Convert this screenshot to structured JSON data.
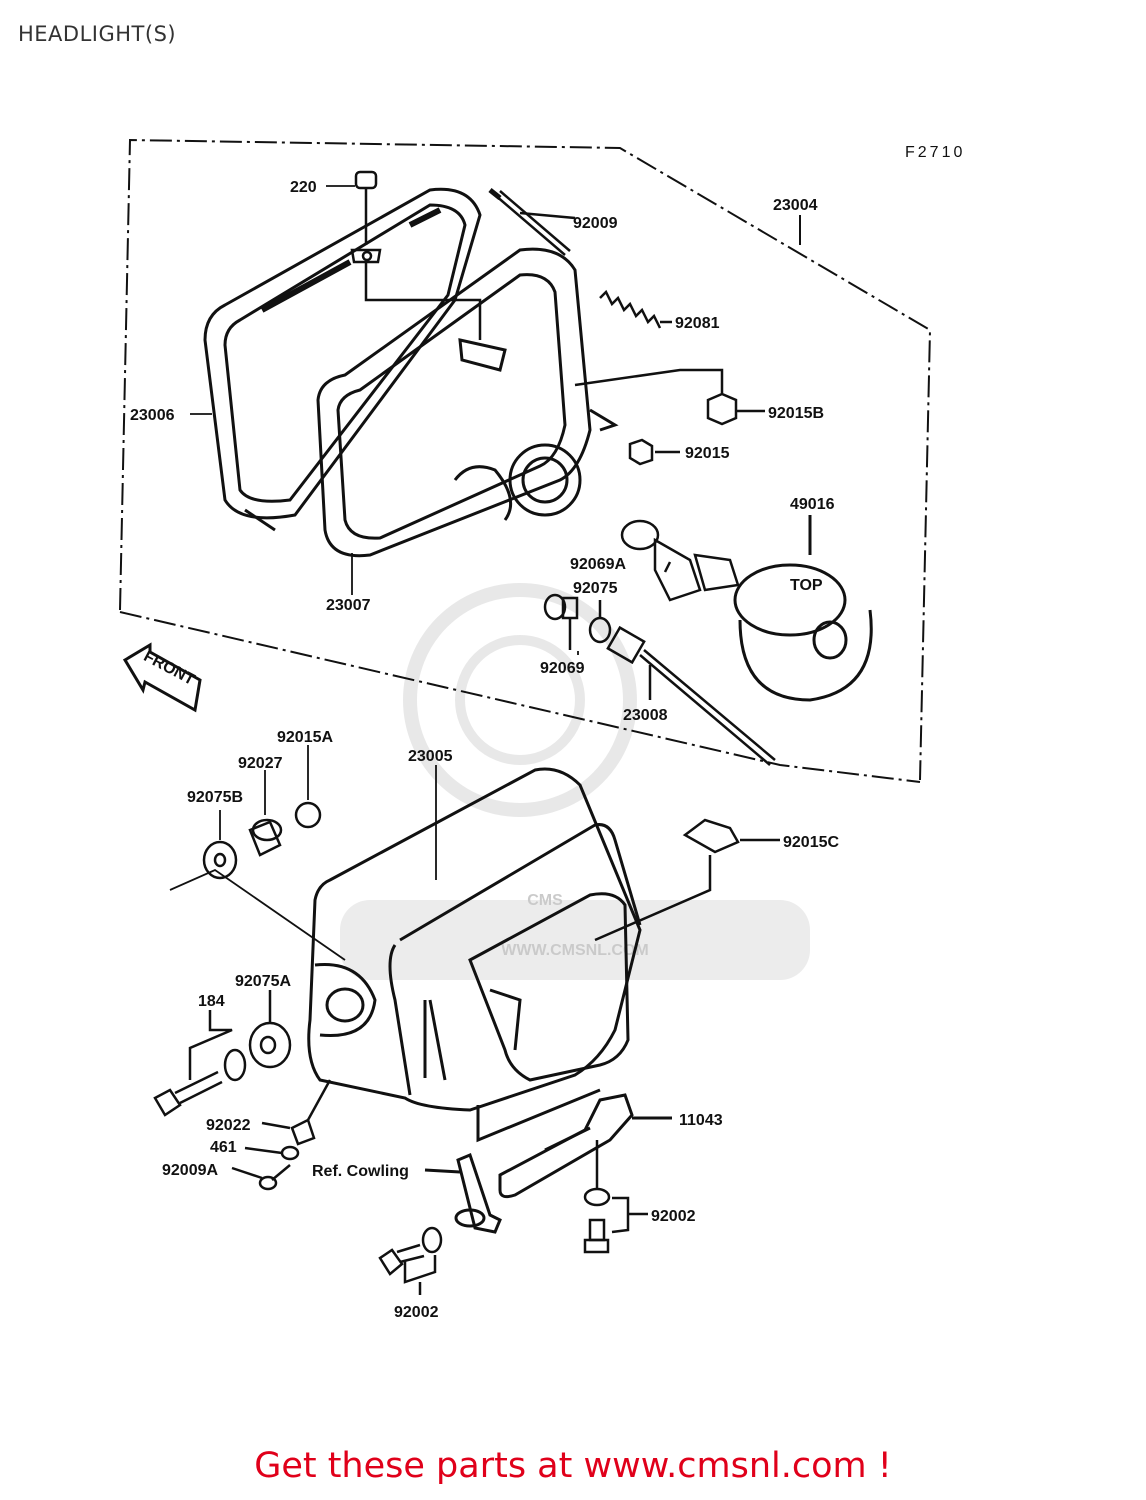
{
  "title": "HEADLIGHT(S)",
  "figure_code": "F2710",
  "front_label": "FRONT",
  "watermark": {
    "brand": "CMS",
    "url": "WWW.CMSNL.COM"
  },
  "parts": {
    "p220": "220",
    "p92009": "92009",
    "p23004": "23004",
    "p92081": "92081",
    "p23006": "23006",
    "p92015B": "92015B",
    "p92015": "92015",
    "p49016": "49016",
    "p92069A": "92069A",
    "p92075": "92075",
    "p23007": "23007",
    "p92069": "92069",
    "p23008": "23008",
    "p92015A": "92015A",
    "p92027": "92027",
    "p23005": "23005",
    "p92075B": "92075B",
    "p92015C": "92015C",
    "p92075A": "92075A",
    "p184": "184",
    "p11043": "11043",
    "p92022": "92022",
    "p461": "461",
    "p92009A": "92009A",
    "ref_cowling": "Ref. Cowling",
    "p92002_right": "92002",
    "p92002_bottom": "92002"
  },
  "footer": "Get these parts at www.cmsnl.com !",
  "colors": {
    "footer_text": "#e0001a",
    "line_art": "#111111",
    "watermark": "#b0b0b0"
  }
}
